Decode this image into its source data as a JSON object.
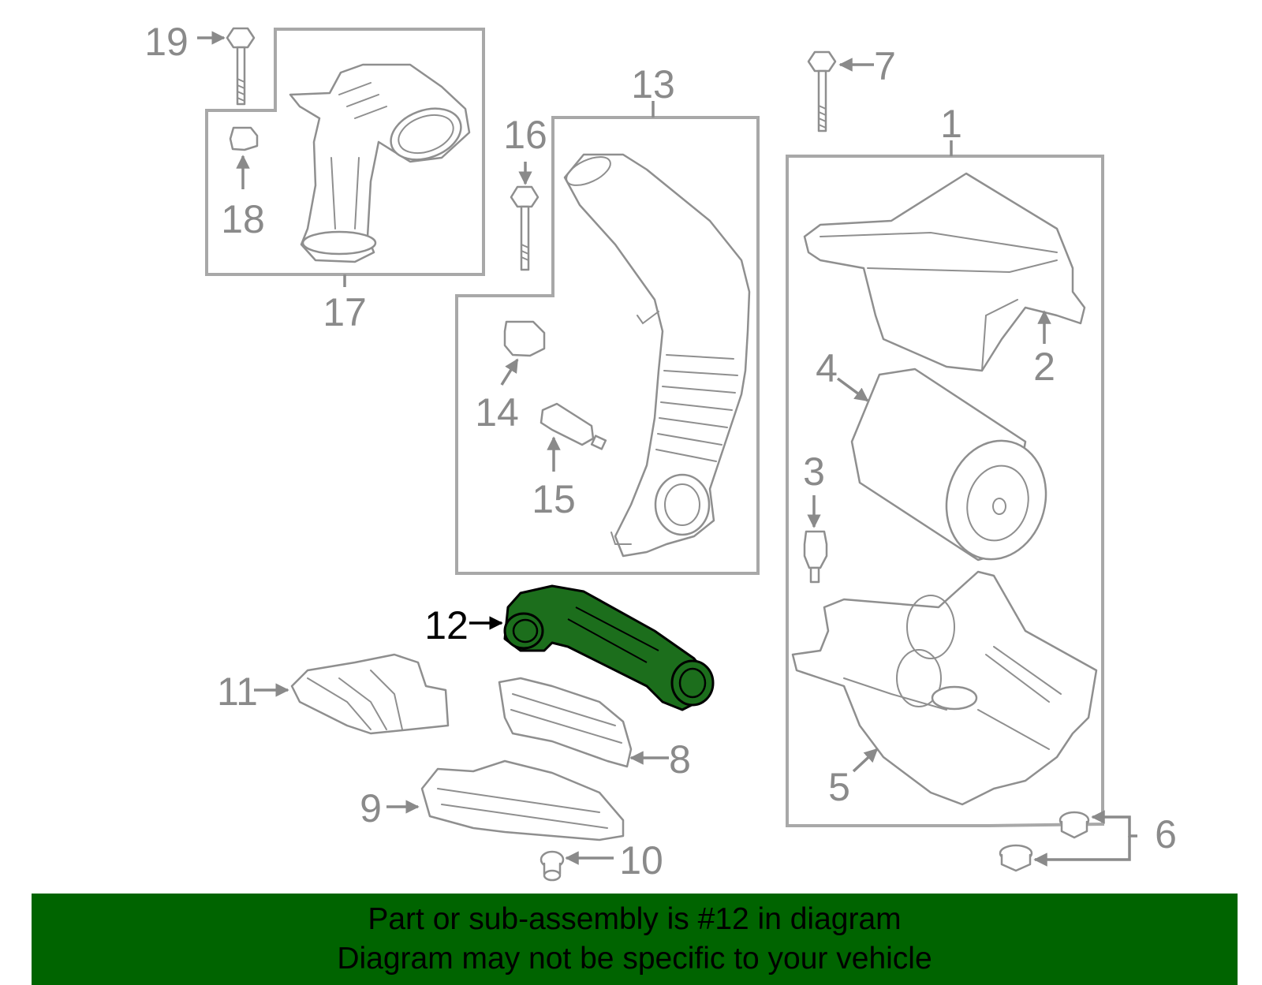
{
  "callouts": {
    "c1": "1",
    "c2": "2",
    "c3": "3",
    "c4": "4",
    "c5": "5",
    "c6": "6",
    "c7": "7",
    "c8": "8",
    "c9": "9",
    "c10": "10",
    "c11": "11",
    "c12": "12",
    "c13": "13",
    "c14": "14",
    "c15": "15",
    "c16": "16",
    "c17": "17",
    "c18": "18",
    "c19": "19"
  },
  "highlighted_part": "12",
  "colors": {
    "banner": "#006400",
    "highlight_fill": "#1c6e1c",
    "line_art": "#8f8f8f",
    "highlight_label": "#000000"
  },
  "banner": {
    "line1": "Part or sub-assembly is #12 in diagram",
    "line2": "Diagram may not be specific to your vehicle"
  }
}
